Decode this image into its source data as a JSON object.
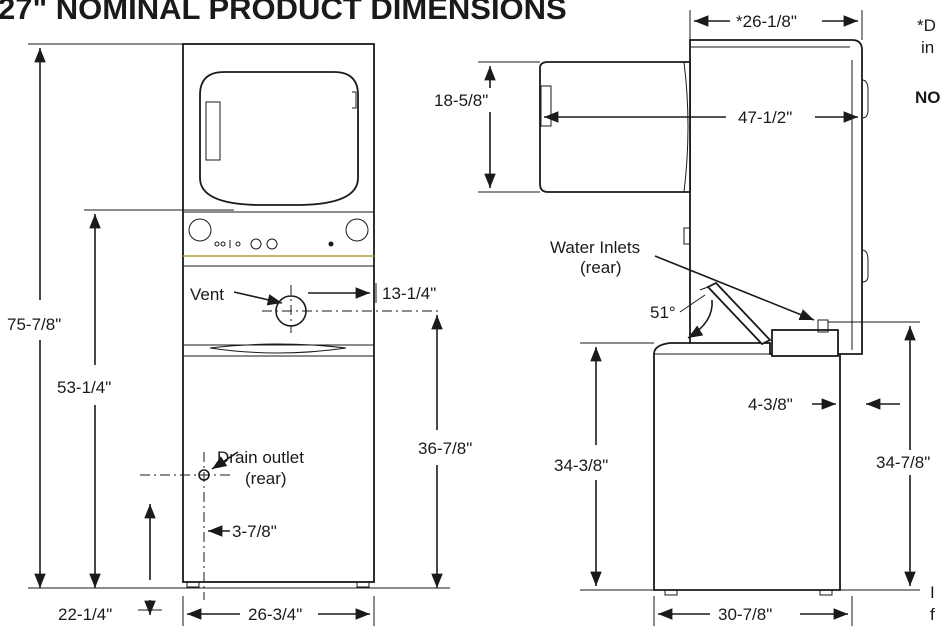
{
  "title": "27\" NOMINAL PRODUCT DIMENSIONS",
  "front": {
    "total_height": "75-7/8\"",
    "dryer_base_height": "53-1/4\"",
    "vent_label": "Vent",
    "vent_offset": "13-1/4\"",
    "vent_height": "36-7/8\"",
    "drain_label": "Drain outlet",
    "drain_sub": "(rear)",
    "drain_offset": "3-7/8\"",
    "drain_height": "22-1/4\"",
    "width": "26-3/4\""
  },
  "side": {
    "depth_top": "*26-1/8\"",
    "door_height": "18-5/8\"",
    "door_open_depth": "47-1/2\"",
    "water_label": "Water Inlets",
    "water_sub": "(rear)",
    "lid_angle": "51°",
    "washer_height": "34-3/8\"",
    "rear_gap": "4-3/8\"",
    "inlet_height": "34-7/8\"",
    "depth_bottom": "30-7/8\""
  },
  "notes": {
    "line1": "*D",
    "line2": "in",
    "line3": "NO",
    "line4": "I",
    "line5": "f"
  }
}
